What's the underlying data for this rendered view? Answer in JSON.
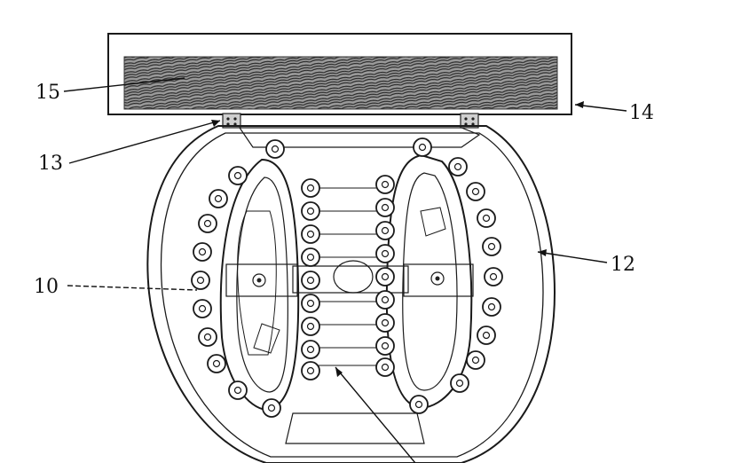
{
  "labels": {
    "l15": "15",
    "l14": "14",
    "l13": "13",
    "l12": "12",
    "l10": "10"
  },
  "colors": {
    "ink": "#1a1a1a",
    "hatch": "#555555",
    "paper": "#ffffff"
  }
}
